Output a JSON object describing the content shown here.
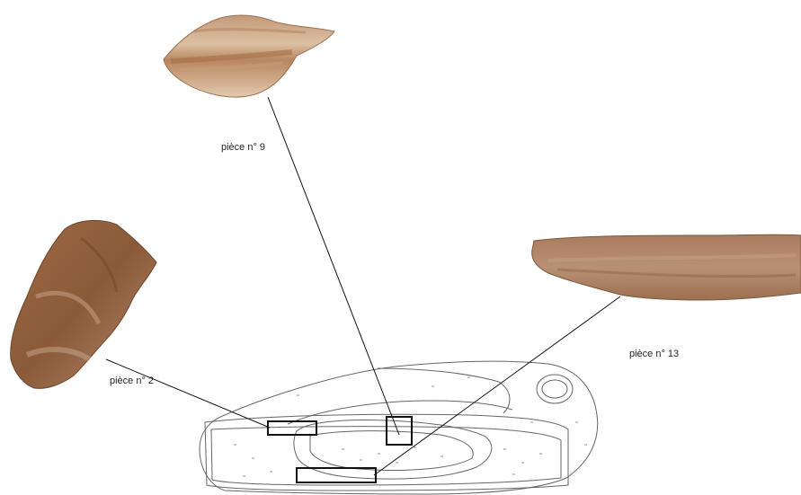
{
  "labels": {
    "piece_9": "pièce n° 9",
    "piece_2": "pièce n° 2",
    "piece_13": "pièce n° 13"
  },
  "colors": {
    "flint_dark": "#8a5a3a",
    "flint_mid": "#b98a66",
    "flint_light": "#d8b89a",
    "line": "#111111",
    "sketch": "#666666"
  },
  "icons": {
    "piece_9": "flint-flake-photo",
    "piece_2": "flint-flake-photo",
    "piece_13": "flint-blade-photo",
    "nodule": "flint-nodule-drawing"
  }
}
